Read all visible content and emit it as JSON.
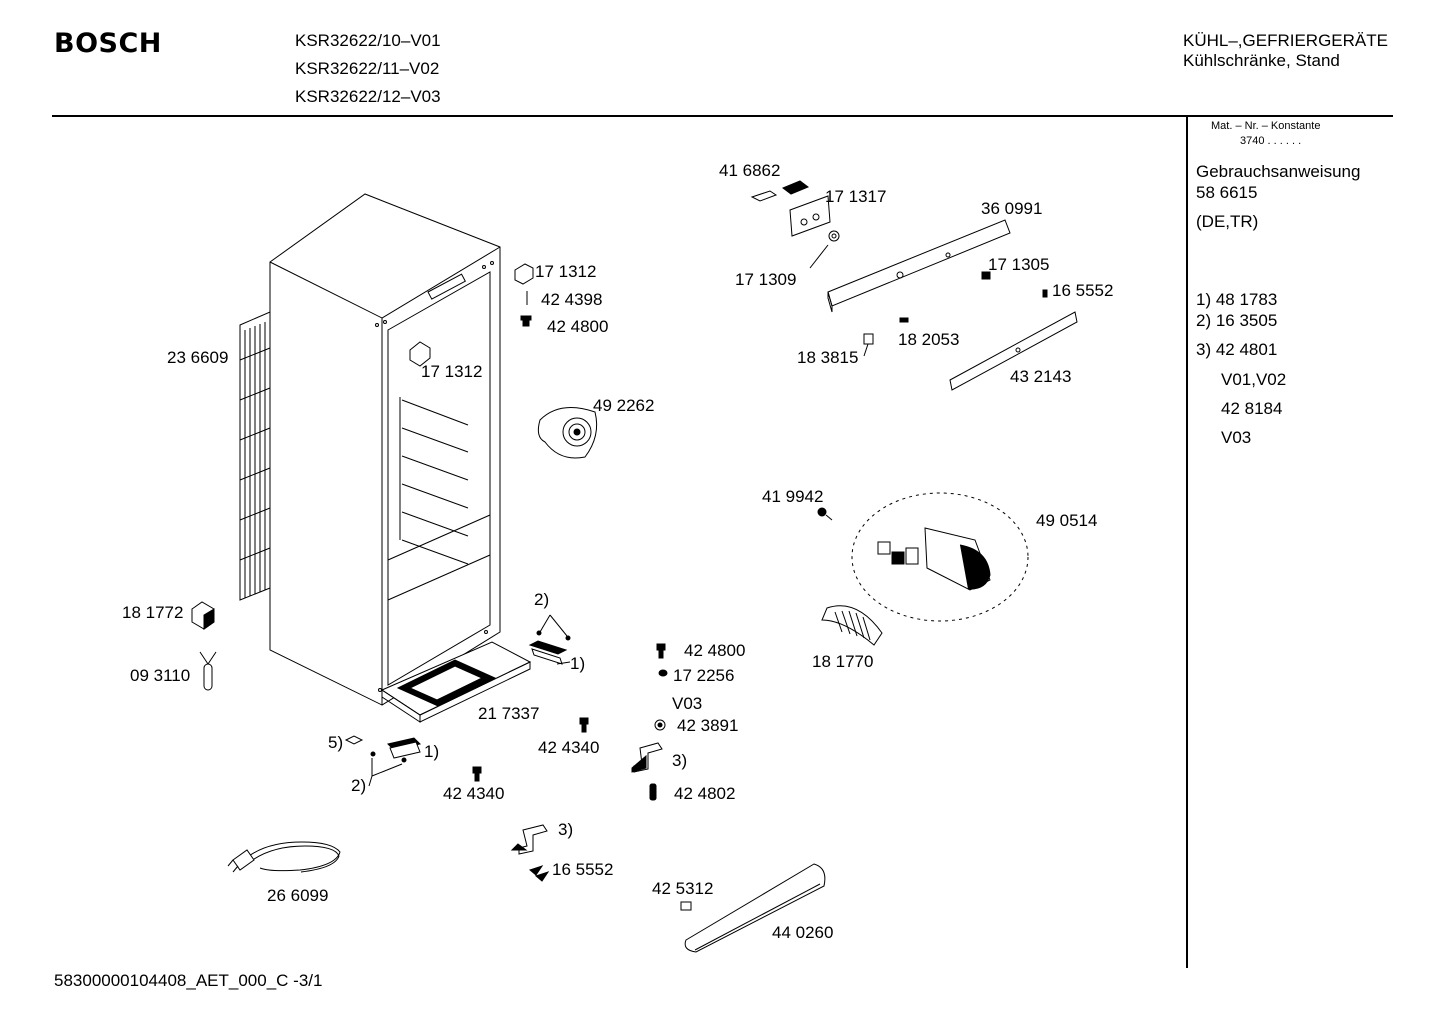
{
  "header": {
    "brand": "BOSCH",
    "models": [
      "KSR32622/10–V01",
      "KSR32622/11–V02",
      "KSR32622/12–V03"
    ],
    "category_line1": "KÜHL–,GEFRIERGERÄTE",
    "category_line2": "Kühlschränke, Stand"
  },
  "sidebar": {
    "mat_label": "Mat. – Nr. – Konstante",
    "mat_value": "3740 . . . . . .",
    "manual_title": "Gebrauchsanweisung",
    "manual_number": "58 6615",
    "manual_lang": "(DE,TR)",
    "notes": [
      {
        "text": "1) 48 1783"
      },
      {
        "text": "2) 16 3505"
      },
      {
        "text": "3) 42 4801"
      },
      {
        "text": "V01,V02"
      },
      {
        "text": "42 8184"
      },
      {
        "text": "V03"
      }
    ]
  },
  "parts": [
    {
      "text": "41 6862"
    },
    {
      "text": "17 1317"
    },
    {
      "text": "36 0991"
    },
    {
      "text": "17 1309"
    },
    {
      "text": "17 1305"
    },
    {
      "text": "16 5552"
    },
    {
      "text": "18 2053"
    },
    {
      "text": "18 3815"
    },
    {
      "text": "43 2143"
    },
    {
      "text": "17 1312"
    },
    {
      "text": "42 4398"
    },
    {
      "text": "42 4800"
    },
    {
      "text": "23 6609"
    },
    {
      "text": "17 1312"
    },
    {
      "text": "49 2262"
    },
    {
      "text": "41 9942"
    },
    {
      "text": "49 0514"
    },
    {
      "text": "2)"
    },
    {
      "text": "18 1772"
    },
    {
      "text": "1)"
    },
    {
      "text": "42 4800"
    },
    {
      "text": "17 2256"
    },
    {
      "text": "18 1770"
    },
    {
      "text": "09 3110"
    },
    {
      "text": "V03"
    },
    {
      "text": "21 7337"
    },
    {
      "text": "42 3891"
    },
    {
      "text": "42 4340"
    },
    {
      "text": "5)"
    },
    {
      "text": "1)"
    },
    {
      "text": "3)"
    },
    {
      "text": "2)"
    },
    {
      "text": "42 4340"
    },
    {
      "text": "42 4802"
    },
    {
      "text": "3)"
    },
    {
      "text": "16 5552"
    },
    {
      "text": "26 6099"
    },
    {
      "text": "42 5312"
    },
    {
      "text": "44 0260"
    }
  ],
  "footer": {
    "code": "58300000104408_AET_000_C -3/1"
  }
}
